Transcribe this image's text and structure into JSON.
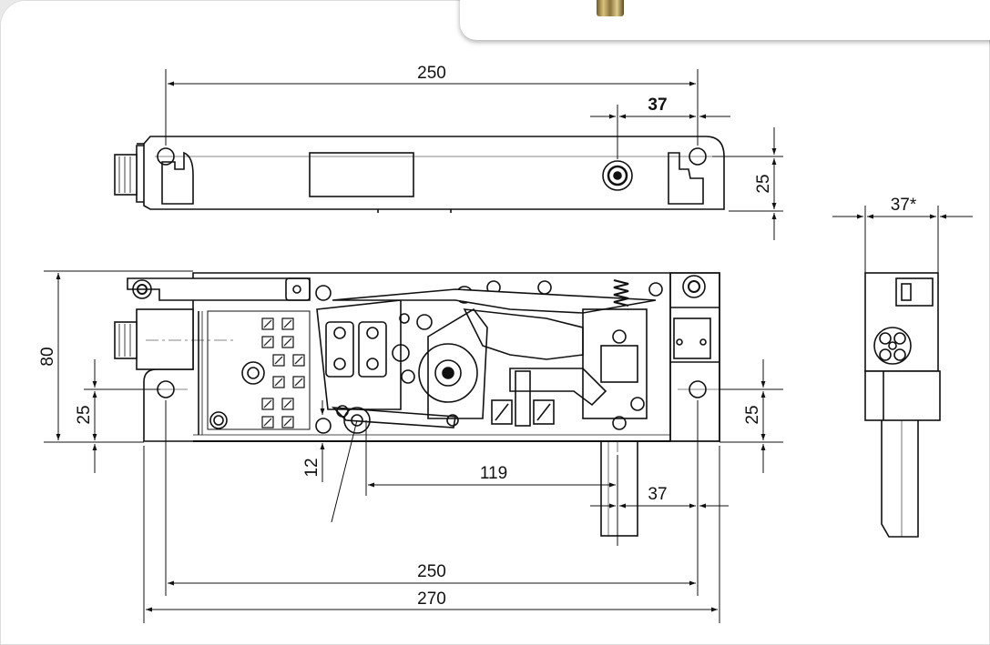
{
  "dimensions": {
    "top_width": "250",
    "top_offset": "37",
    "top_height": "25",
    "side_width": "37*",
    "front_height": "80",
    "front_left_hole": "25",
    "front_right_hole": "25",
    "front_bottom_offset": "12",
    "front_pin_distance": "119",
    "front_pin_offset": "37",
    "front_hole_spacing": "250",
    "front_total_width": "270"
  }
}
